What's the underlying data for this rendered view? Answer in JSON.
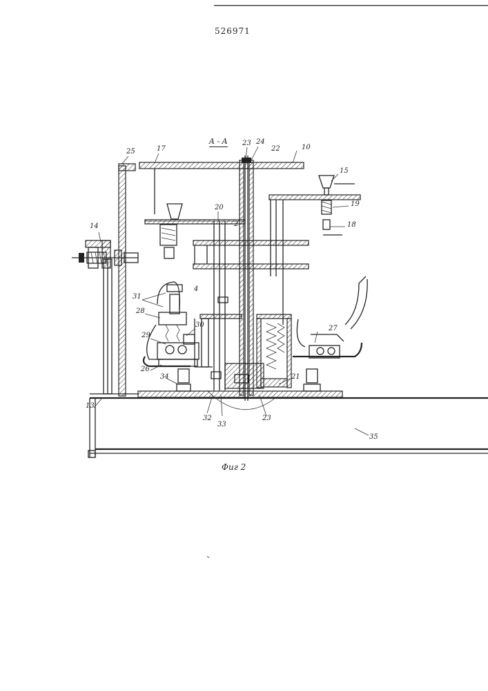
{
  "document": {
    "number": "526971",
    "section_title": "A - A",
    "figure_caption": "Фиг 2"
  },
  "labels": {
    "l25": "25",
    "l17": "17",
    "l23_top": "23",
    "l24": "24",
    "l22": "22",
    "l10": "10",
    "l15": "15",
    "l19": "19",
    "l18": "18",
    "l20": "20",
    "l2": "2",
    "l14": "14",
    "l4": "4",
    "l31": "31",
    "l28": "28",
    "l30": "30",
    "l29": "29",
    "l27": "27",
    "l26": "26",
    "l34": "34",
    "l21": "21",
    "l13": "13",
    "l32": "32",
    "l33": "33",
    "l23_bottom": "23",
    "l35": "35"
  }
}
